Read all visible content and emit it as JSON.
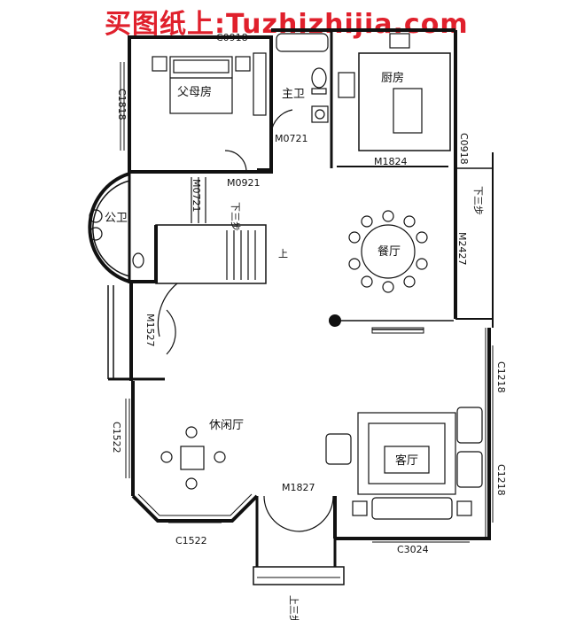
{
  "watermark": "买图纸上:Tuzhizhijia.com",
  "rooms": {
    "parents_room": "父母房",
    "master_bath": "主卫",
    "kitchen": "厨房",
    "public_bath": "公卫",
    "dining": "餐厅",
    "leisure_hall": "休闲厅",
    "living_room": "客厅"
  },
  "labels": {
    "c0918_top": "C0918",
    "c1818": "C1818",
    "m0721": "M0721",
    "m1824": "M1824",
    "c0918_right": "C0918",
    "m0921": "M0921",
    "m0721_b": "M0721",
    "down_stair_1": "下三步",
    "up_stair": "上",
    "down_stair_2": "下三步",
    "m2427": "M2427",
    "m1527": "M1527",
    "c1218_a": "C1218",
    "c1522_left": "C1522",
    "c1218_b": "C1218",
    "m1827": "M1827",
    "c1522_bottom": "C1522",
    "c3024": "C3024",
    "up_step_bottom": "上三步"
  },
  "colors": {
    "wall": "#111111",
    "watermark": "#e0202c"
  }
}
